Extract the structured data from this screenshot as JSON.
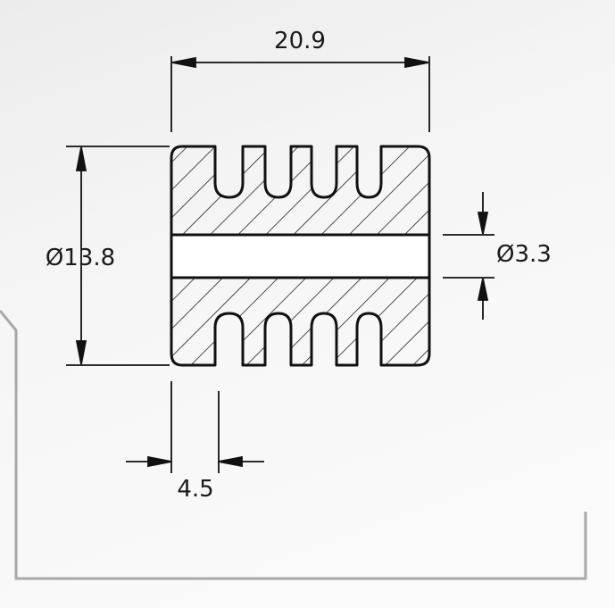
{
  "dimensions": {
    "overall_length": "20.9",
    "outer_diameter": "Ø13.8",
    "bore_diameter": "Ø3.3",
    "groove_pitch": "4.5"
  },
  "colors": {
    "line": "#111111",
    "hatch": "#222222",
    "frame": "#a8a8a8",
    "bore_fill": "#ffffff"
  }
}
